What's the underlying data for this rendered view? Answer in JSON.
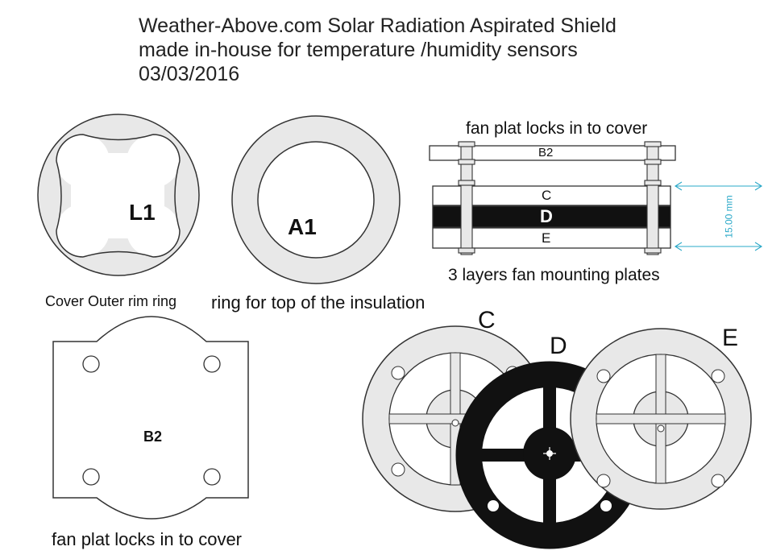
{
  "header": {
    "line1": "Weather-Above.com Solar Radiation Aspirated Shield",
    "line2": "made in-house for temperature /humidity sensors",
    "line3": "03/03/2016"
  },
  "parts": {
    "l1": {
      "label": "L1",
      "caption": "Cover Outer rim ring"
    },
    "a1": {
      "label": "A1",
      "caption": "ring for top of the insulation"
    },
    "b2": {
      "label": "B2",
      "caption": "fan plat locks in to cover"
    },
    "stack": {
      "top_caption": "fan plat locks in to cover",
      "bottom_caption": "3 layers fan mounting plates",
      "plate_b2": "B2",
      "plate_c": "C",
      "plate_d": "D",
      "plate_e": "E",
      "dimension": "15.00 mm"
    },
    "plates": {
      "c": "C",
      "d": "D",
      "e": "E"
    }
  },
  "colors": {
    "light_fill": "#e8e8e8",
    "outline": "#333333",
    "dark_plate": "#111111",
    "dimension": "#2aa8c8"
  }
}
